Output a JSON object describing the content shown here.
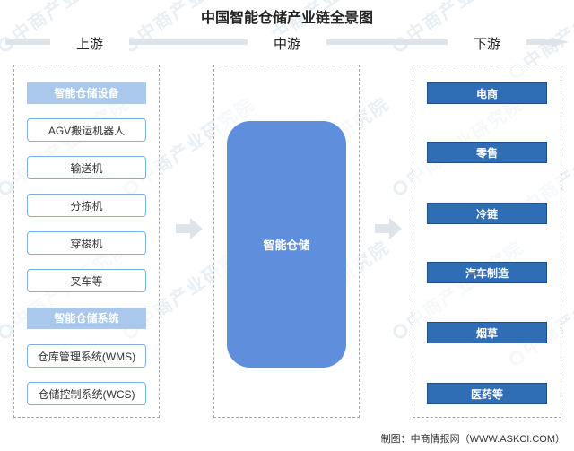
{
  "title": "中国智能仓储产业链全景图",
  "stages": {
    "upstream": "上游",
    "midstream": "中游",
    "downstream": "下游"
  },
  "upstream": {
    "category_1": "智能仓储设备",
    "items_1": [
      "AGV搬运机器人",
      "输送机",
      "分拣机",
      "穿梭机",
      "叉车等"
    ],
    "category_2": "智能仓储系统",
    "items_2": [
      "仓库管理系统(WMS)",
      "仓储控制系统(WCS)"
    ]
  },
  "midstream": {
    "label": "智能仓储"
  },
  "downstream": {
    "items": [
      "电商",
      "零售",
      "冷链",
      "汽车制造",
      "烟草",
      "医药等"
    ]
  },
  "watermark": "中商产业研究院",
  "source": "制图：中商情报网（WWW.ASKCI.COM）",
  "colors": {
    "category_fill": "#a9c8ec",
    "item_border": "#7fb0e0",
    "center_fill": "#5f8fdc",
    "downstream_fill": "#2f6db5",
    "arrow": "#dfe4ea"
  }
}
